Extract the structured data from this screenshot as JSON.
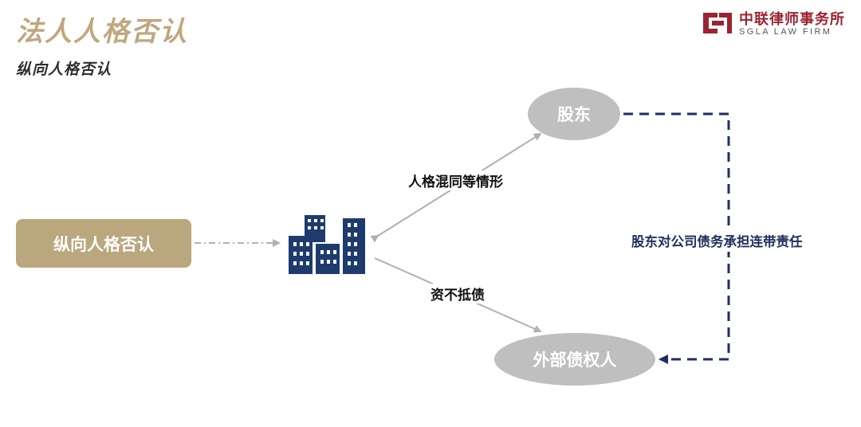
{
  "header": {
    "title": "法人人格否认",
    "subtitle": "纵向人格否认"
  },
  "logo": {
    "name_cn": "中联律师事务所",
    "name_en": "SGLA LAW FIRM",
    "color": "#9a2430"
  },
  "diagram": {
    "source_node": "纵向人格否认",
    "company_node_icon": "office-building-icon",
    "shareholder_node": "股东",
    "creditor_node": "外部债权人",
    "edge_mix_label": "人格混同等情形",
    "edge_insolvent_label": "资不抵债",
    "liability_label": "股东对公司债务承担连带责任"
  },
  "colors": {
    "accent_gold": "#bba77e",
    "navy": "#1f2f5f",
    "node_gray": "#bfbfbf",
    "arrow_gray": "#b0b0b0"
  }
}
